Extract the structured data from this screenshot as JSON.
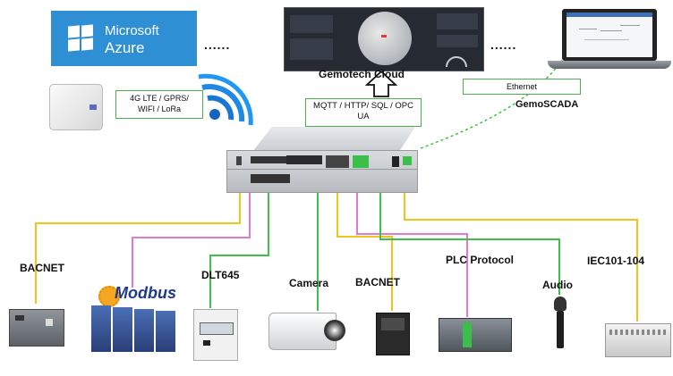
{
  "cloud": {
    "azure_line1": "Microsoft",
    "azure_line2": "Azure",
    "gemotech_cloud": "Gemotech  Cloud",
    "ellipsis_left": "......",
    "ellipsis_right": "......"
  },
  "connectivity": {
    "wireless": "4G LTE / GPRS/\nWIFI /  LoRa",
    "protocols": "MQTT / HTTP/ SQL /  OPC\nUA",
    "ethernet": "Ethernet",
    "scada": "GemoSCADA"
  },
  "devices": {
    "bacnet_left": "BACNET",
    "modbus": "Modbus",
    "dlt645": "DLT645",
    "camera": "Camera",
    "bacnet_right": "BACNET",
    "plc": "PLC Protocol",
    "audio": "Audio",
    "iec": "IEC101-104"
  },
  "colors": {
    "bacnet_wire": "#f0c419",
    "modbus_wire": "#e07ad0",
    "ethernet_wire": "#3cc24a",
    "azure": "#2f8fd4"
  }
}
